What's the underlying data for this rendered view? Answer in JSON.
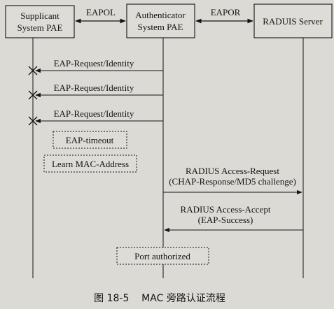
{
  "participants": {
    "supplicant": [
      "Supplicant",
      "System PAE"
    ],
    "authenticator": [
      "Authenticator",
      "System PAE"
    ],
    "server": "RADUIS Server"
  },
  "links": {
    "eapol": "EAPOL",
    "eapor": "EAPOR"
  },
  "messages": {
    "req1": "EAP-Request/Identity",
    "req2": "EAP-Request/Identity",
    "req3": "EAP-Request/Identity",
    "access_request": [
      "RADIUS Access-Request",
      "(CHAP-Response/MD5 challenge)"
    ],
    "access_accept": [
      "RADIUS Access-Accept",
      "(EAP-Success)"
    ]
  },
  "notes": {
    "timeout": "EAP-timeout",
    "learn_mac": "Learn MAC-Address",
    "port_authorized": "Port authorized"
  },
  "caption": "图 18-5    MAC 旁路认证流程",
  "colors": {
    "ink": "#141414",
    "box_fill": "#dedcd6",
    "background": "#dcdad4"
  }
}
